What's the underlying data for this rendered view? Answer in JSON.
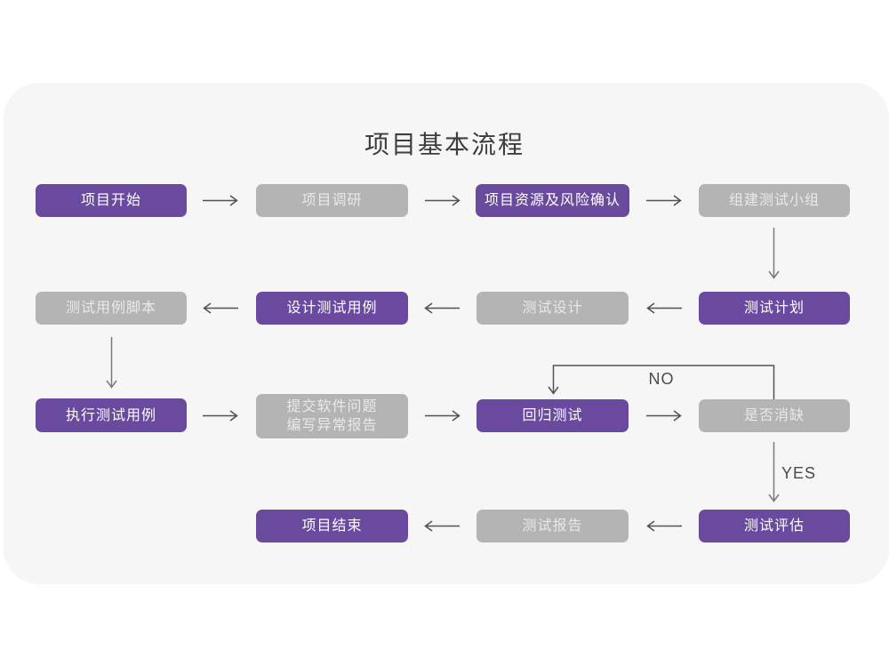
{
  "diagram": {
    "title": "项目基本流程",
    "labels": {
      "no": "NO",
      "yes": "YES"
    },
    "colors": {
      "node_active": "#694a9e",
      "node_inactive": "#b4b4b4",
      "panel_background": "#f6f6f7",
      "arrow": "#525252",
      "text_on_active": "#ffffff",
      "text_on_inactive": "#e9e9e9"
    },
    "nodes": {
      "project_start": {
        "label": "项目开始",
        "variant": "purple"
      },
      "project_research": {
        "label": "项目调研",
        "variant": "gray"
      },
      "resource_risk": {
        "label": "项目资源及风险确认",
        "variant": "purple"
      },
      "build_team": {
        "label": "组建测试小组",
        "variant": "gray"
      },
      "case_script": {
        "label": "测试用例脚本",
        "variant": "gray"
      },
      "design_cases": {
        "label": "设计测试用例",
        "variant": "purple"
      },
      "test_design": {
        "label": "测试设计",
        "variant": "gray"
      },
      "test_plan": {
        "label": "测试计划",
        "variant": "purple"
      },
      "run_cases": {
        "label": "执行测试用例",
        "variant": "purple"
      },
      "submit_issues": {
        "label_line1": "提交软件问题",
        "label_line2": "编写异常报告",
        "variant": "gray"
      },
      "regression": {
        "label": "回归测试",
        "variant": "purple"
      },
      "defect_check": {
        "label": "是否消缺",
        "variant": "gray"
      },
      "test_eval": {
        "label": "测试评估",
        "variant": "purple"
      },
      "test_report": {
        "label": "测试报告",
        "variant": "gray"
      },
      "project_end": {
        "label": "项目结束",
        "variant": "purple"
      }
    }
  }
}
